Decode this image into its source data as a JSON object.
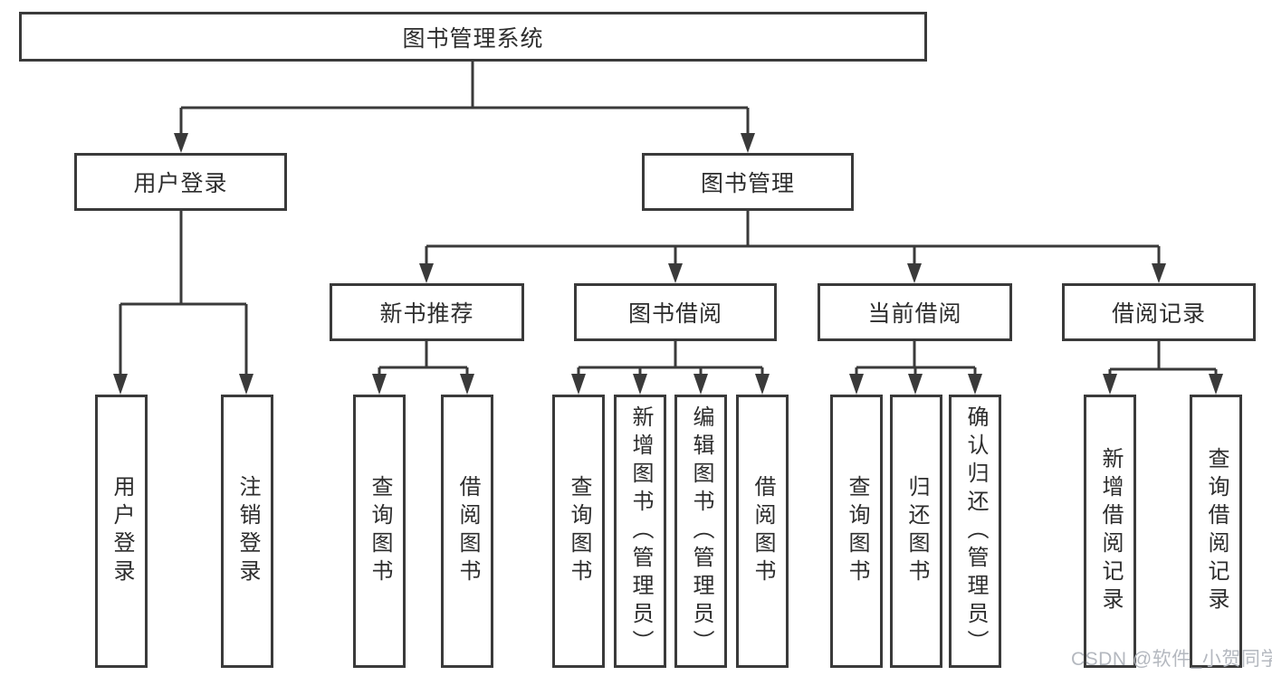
{
  "root": {
    "label": "图书管理系统"
  },
  "branches": [
    {
      "label": "用户登录",
      "leaves": [
        {
          "label": "用户登录"
        },
        {
          "label": "注销登录"
        }
      ]
    },
    {
      "label": "图书管理",
      "groups": [
        {
          "label": "新书推荐",
          "leaves": [
            {
              "label": "查询图书"
            },
            {
              "label": "借阅图书"
            }
          ]
        },
        {
          "label": "图书借阅",
          "leaves": [
            {
              "label": "查询图书"
            },
            {
              "label": "新增图书（管理员）"
            },
            {
              "label": "编辑图书（管理员）"
            },
            {
              "label": "借阅图书"
            }
          ]
        },
        {
          "label": "当前借阅",
          "leaves": [
            {
              "label": "查询图书"
            },
            {
              "label": "归还图书"
            },
            {
              "label": "确认归还（管理员）"
            }
          ]
        },
        {
          "label": "借阅记录",
          "leaves": [
            {
              "label": "新增借阅记录"
            },
            {
              "label": "查询借阅记录"
            }
          ]
        }
      ]
    }
  ],
  "watermark": {
    "text": "CSDN @软件_小贺同学"
  },
  "colors": {
    "line": "#3a3a3a",
    "text": "#2d2d2d",
    "box_background": "#ffffff",
    "watermark": "#b4b8bf"
  }
}
